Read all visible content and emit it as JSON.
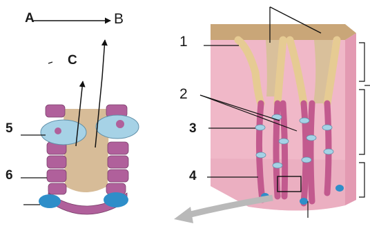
{
  "labels": {
    "a": "A",
    "b": "B",
    "c": "C",
    "n1": "1",
    "n2": "2",
    "n3": "3",
    "n4": "4",
    "n5": "5",
    "n6": "6"
  },
  "colors": {
    "tissue_pink": "#f0b8c8",
    "lumen_tan": "#d7bc98",
    "epithelium_tan": "#e6cb93",
    "gland_cell": "#c25a8e",
    "parietal_cell": "#a6d2e6",
    "chief_cell": "#2e8ec9",
    "arrow_gray": "#b9b9b9"
  }
}
